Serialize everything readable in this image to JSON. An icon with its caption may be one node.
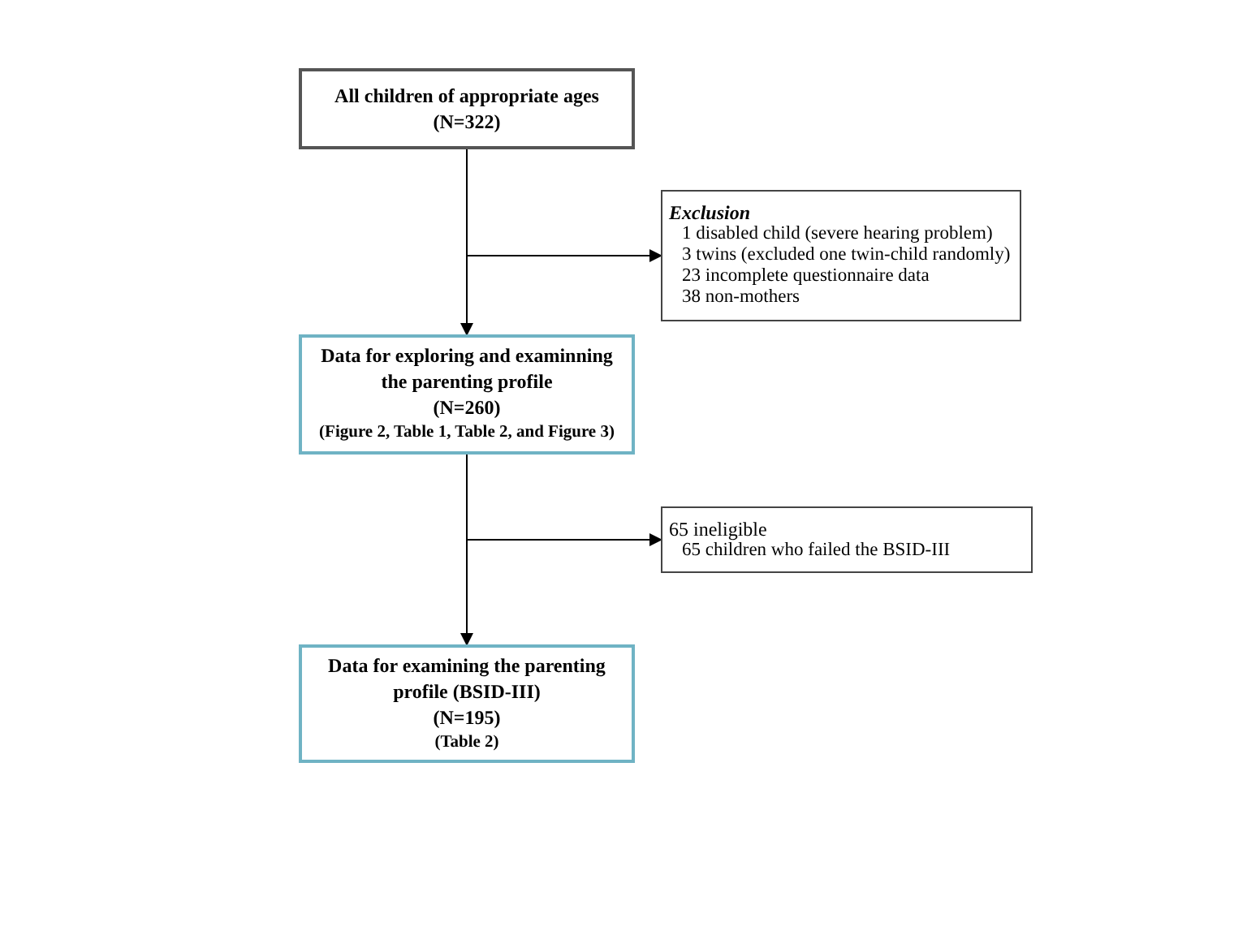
{
  "diagram": {
    "nodes": [
      {
        "text": [
          "All children of appropriate ages",
          "(N=322)"
        ]
      },
      {
        "text": [
          "Exclusion",
          "1 disabled child (severe hearing problem)",
          "3 twins (excluded one twin-child randomly)",
          "23 incomplete questionnaire data",
          "38 non-mothers"
        ]
      },
      {
        "text": [
          "Data for exploring and examinning the parenting profile",
          "(N=260)",
          "(Figure 2,  Table 1, Table 2, and Figure 3)"
        ]
      },
      {
        "text": [
          "65 ineligible",
          "65 children who failed the BSID-III"
        ]
      },
      {
        "text": [
          "Data for examining the parenting profile (BSID-III)",
          "(N=195)",
          "(Table 2)"
        ]
      }
    ],
    "edges": [
      {
        "from": 0,
        "to": 2,
        "arrow": "to"
      },
      {
        "from": 0,
        "to": 1,
        "arrow": "to"
      },
      {
        "from": 2,
        "to": 4,
        "arrow": "to"
      },
      {
        "from": 2,
        "to": 3,
        "arrow": "to"
      }
    ]
  }
}
